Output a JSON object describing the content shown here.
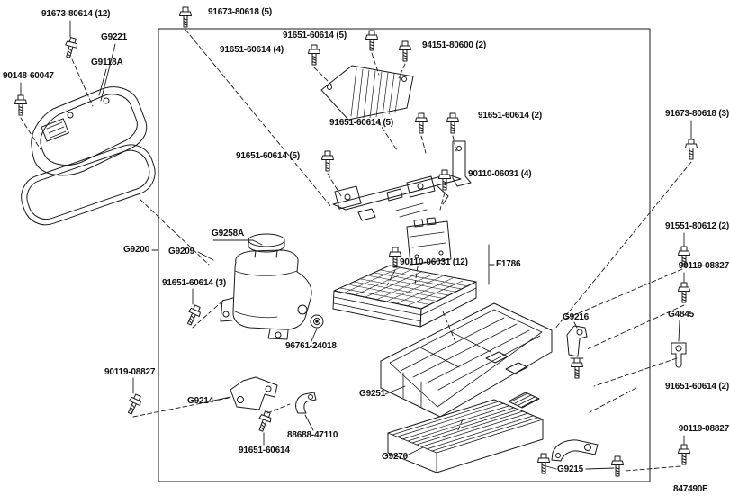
{
  "diagram": {
    "type": "exploded-parts-diagram",
    "code": "847490E"
  },
  "colors": {
    "background": "#ffffff",
    "line": "#1a1a1a",
    "text": "#101010"
  },
  "labels": [
    {
      "part": "91673-80614",
      "qty": 12,
      "text": "91673-80614 (12)"
    },
    {
      "part": "91673-80618",
      "qty": 5,
      "text": "91673-80618 (5)"
    },
    {
      "part": "G9221",
      "text": "G9221"
    },
    {
      "part": "G9118A",
      "text": "G9118A"
    },
    {
      "part": "90148-60047",
      "text": "90148-60047"
    },
    {
      "part": "91651-60614",
      "qty": 5,
      "text": "91651-60614 (5)"
    },
    {
      "part": "91651-60614",
      "qty": 4,
      "text": "91651-60614 (4)"
    },
    {
      "part": "94151-80600",
      "qty": 2,
      "text": "94151-80600 (2)"
    },
    {
      "part": "91651-60614",
      "qty": 5,
      "text": "91651-60614 (5)"
    },
    {
      "part": "91651-60614",
      "qty": 2,
      "text": "91651-60614 (2)"
    },
    {
      "part": "91673-80618",
      "qty": 3,
      "text": "91673-80618 (3)"
    },
    {
      "part": "91651-60614",
      "qty": 5,
      "text": "91651-60614 (5)"
    },
    {
      "part": "90110-06031",
      "qty": 4,
      "text": "90110-06031 (4)"
    },
    {
      "part": "G9258A",
      "text": "G9258A"
    },
    {
      "part": "G9200",
      "text": "G9200"
    },
    {
      "part": "G9209",
      "text": "G9209"
    },
    {
      "part": "90110-06031",
      "qty": 12,
      "text": "90110-06031 (12)"
    },
    {
      "part": "F1786",
      "text": "F1786"
    },
    {
      "part": "91551-80612",
      "qty": 2,
      "text": "91551-80612 (2)"
    },
    {
      "part": "90119-08827",
      "text": "90119-08827"
    },
    {
      "part": "91651-60614",
      "qty": 3,
      "text": "91651-60614 (3)"
    },
    {
      "part": "G9216",
      "text": "G9216"
    },
    {
      "part": "G4845",
      "text": "G4845"
    },
    {
      "part": "96761-24018",
      "text": "96761-24018"
    },
    {
      "part": "90119-08827",
      "text": "90119-08827"
    },
    {
      "part": "91651-60614",
      "qty": 2,
      "text": "91651-60614 (2)"
    },
    {
      "part": "G9214",
      "text": "G9214"
    },
    {
      "part": "G9251",
      "text": "G9251"
    },
    {
      "part": "88688-47110",
      "text": "88688-47110"
    },
    {
      "part": "90119-08827",
      "text": "90119-08827"
    },
    {
      "part": "91651-60614",
      "text": "91651-60614"
    },
    {
      "part": "G9270",
      "text": "G9270"
    },
    {
      "part": "G9215",
      "text": "G9215"
    },
    {
      "part": "847490E",
      "text": "847490E"
    }
  ]
}
